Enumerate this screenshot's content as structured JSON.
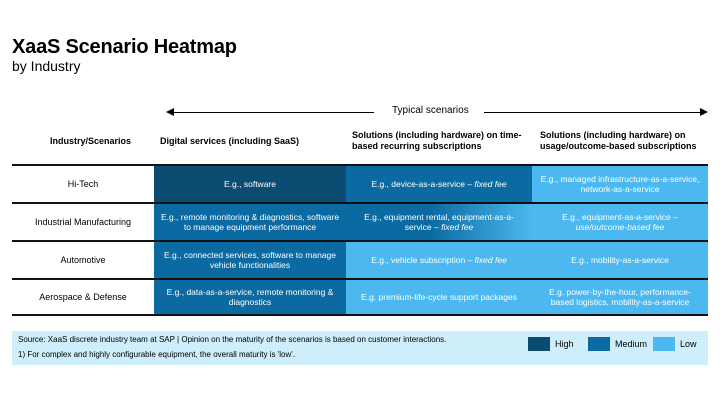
{
  "title": "XaaS Scenario Heatmap",
  "subtitle": "by Industry",
  "arrow_label": "Typical scenarios",
  "columns": {
    "industry": "Industry/Scenarios",
    "digital": "Digital services (including SaaS)",
    "recurring": "Solutions (including hardware) on time-based recurring subscriptions",
    "usage": "Solutions (including hardware) on usage/outcome-based subscriptions"
  },
  "rows": [
    {
      "industry": "Hi-Tech",
      "digital": {
        "text": "E.g., software",
        "level": "High"
      },
      "recurring": {
        "text": "E.g., device-as-a-service – ",
        "italic": "fixed fee",
        "level": "Medium"
      },
      "usage": {
        "text": "E.g., managed infrastructure-as-a-service, network-as-a-service",
        "level": "Low"
      }
    },
    {
      "industry": "Industrial Manufacturing",
      "digital": {
        "text": "E.g., remote monitoring & diagnostics, software to manage equipment performance",
        "level": "Medium"
      },
      "recurring": {
        "text": "E.g., equipment rental, equipment-as-a-service – ",
        "italic": "fixed fee",
        "level": "Medium-Low"
      },
      "usage": {
        "text": "E.g., equipment-as-a-service – ",
        "italic": "use/outcome-based fee",
        "level": "Low"
      }
    },
    {
      "industry": "Automotive",
      "digital": {
        "text": "E.g., connected services, software to manage vehicle functionalities",
        "level": "Medium"
      },
      "recurring": {
        "text": "E.g., vehicle subscription – ",
        "italic": "fixed fee",
        "level": "Low"
      },
      "usage": {
        "text": "E.g., mobility-as-a-service",
        "level": "Low"
      }
    },
    {
      "industry": "Aerospace & Defense",
      "digital": {
        "text": "E.g., data-as-a-service, remote monitoring & diagnostics",
        "level": "Medium"
      },
      "recurring": {
        "text": "E.g. premium-life-cycle support packages",
        "level": "Low"
      },
      "usage": {
        "text": "E.g. power-by-the-hour, performance-based logistics, mobility-as-a-service",
        "level": "Low"
      }
    }
  ],
  "footer": {
    "source": "Source: XaaS discrete industry team at SAP | Opinion on the maturity of the scenarios is based on customer interactions.",
    "note": "1) For complex and highly configurable equipment, the overall maturity is 'low'."
  },
  "legend": [
    {
      "label": "High",
      "color": "#0b4c72"
    },
    {
      "label": "Medium",
      "color": "#0a6aa1"
    },
    {
      "label": "Low",
      "color": "#4cb8f0"
    }
  ]
}
